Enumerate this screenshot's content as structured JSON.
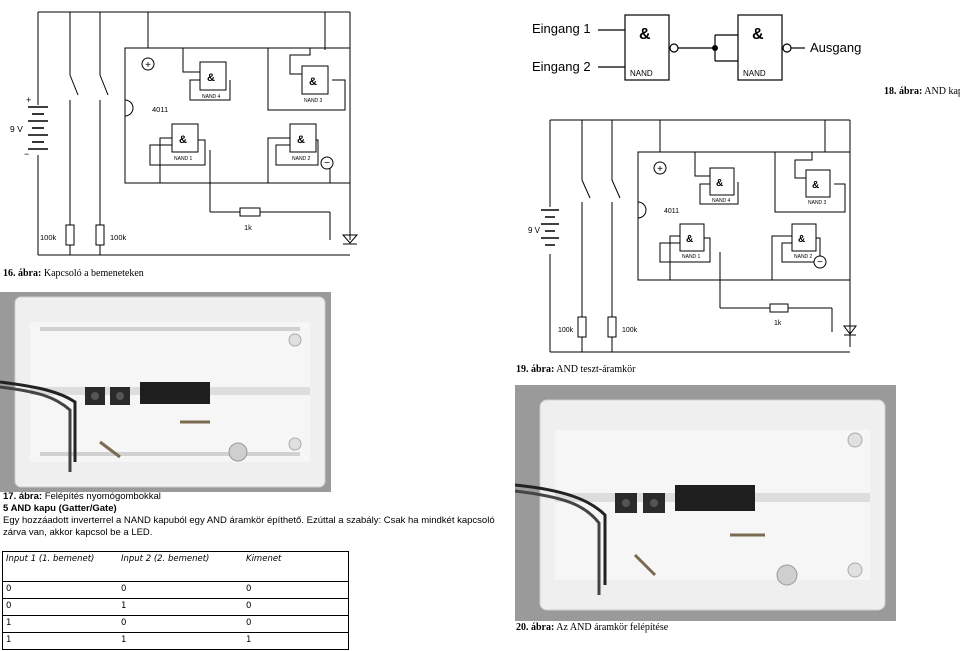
{
  "fig16": {
    "caption_label": "16. ábra:",
    "caption_text": "Kapcsoló a bemeneteken",
    "ic_label": "4011",
    "battery_label": "9 V",
    "gates": [
      "NAND 4",
      "NAND 3",
      "NAND 1",
      "NAND 2"
    ],
    "gate_symbol": "&",
    "resistors": [
      "100k",
      "100k",
      "1k"
    ]
  },
  "fig18": {
    "caption_label": "18. ábra:",
    "caption_text": "AND kapu",
    "input1": "Eingang 1",
    "input2": "Eingang 2",
    "output": "Ausgang",
    "gate_type": "NAND",
    "gate_symbol": "&"
  },
  "fig19": {
    "caption_label": "19. ábra:",
    "caption_text": "AND teszt-áramkör",
    "ic_label": "4011",
    "battery_label": "9 V",
    "gates": [
      "NAND 4",
      "NAND 3",
      "NAND 1",
      "NAND 2"
    ],
    "resistors": [
      "100k",
      "100k",
      "1k"
    ]
  },
  "fig17": {
    "caption_label": "17. ábra:",
    "caption_text": "Felépítés nyomógombokkal"
  },
  "fig20": {
    "caption_label": "20. ábra:",
    "caption_text": "Az AND áramkör felépítése"
  },
  "section": {
    "heading": "5 AND kapu (Gatter/Gate)",
    "body": "Egy hozzáadott inverterrel a NAND kapuból egy AND áramkör építhető.  Ezúttal a szabály: Csak ha mindkét kapcsoló zárva van, akkor kapcsol be a LED."
  },
  "truth_table": {
    "headers": [
      "Input 1 (1. bemenet)",
      "Input 2 (2. bemenet)",
      "Kimenet"
    ],
    "rows": [
      [
        "0",
        "0",
        "0"
      ],
      [
        "0",
        "1",
        "0"
      ],
      [
        "1",
        "0",
        "0"
      ],
      [
        "1",
        "1",
        "1"
      ]
    ]
  },
  "colors": {
    "breadboard": "#efefef",
    "photo_bg": "#9a9a9a",
    "chip": "#1e1e1e"
  }
}
